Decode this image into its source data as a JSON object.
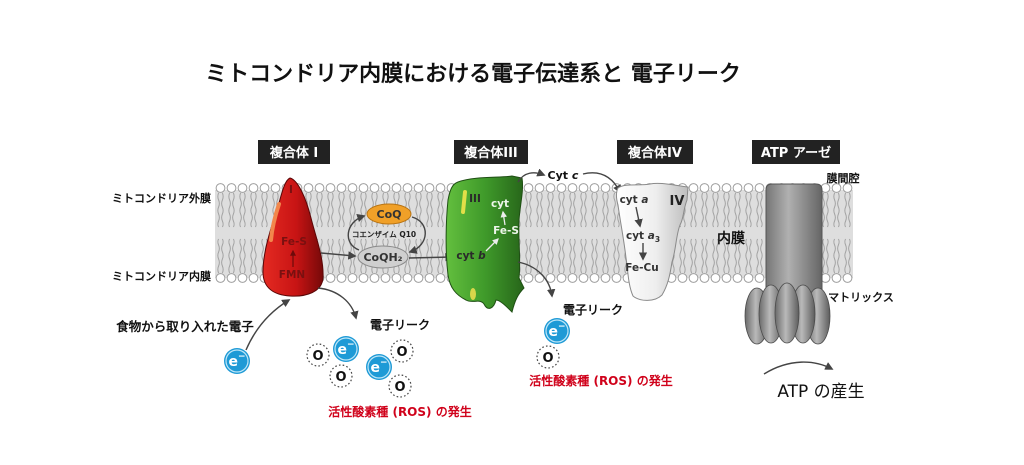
{
  "title": "ミトコンドリア内膜における電子伝達系と 電子リーク",
  "headers": {
    "complex1": "複合体 I",
    "complex3": "複合体III",
    "complex4": "複合体IV",
    "atpase": "ATP アーゼ"
  },
  "membrane": {
    "outer_label": "ミトコンドリア外膜",
    "inner_label": "ミトコンドリア内膜",
    "intermembrane_space": "膜間腔",
    "inner_membrane": "内膜",
    "matrix": "マトリックス"
  },
  "complex1": {
    "numeral": "I",
    "fe_s": "Fe-S",
    "fmn": "FMN"
  },
  "coenzyme_q": {
    "oxidized": "CoQ",
    "name": "コエンザイム Q10",
    "reduced": "CoQH₂"
  },
  "complex3": {
    "numeral": "III",
    "cyt": "cyt",
    "fe_s": "Fe-S",
    "cyt_b": {
      "prefix": "cyt",
      "letter": "b"
    }
  },
  "cytochrome_c": {
    "prefix": "Cyt",
    "letter": "c"
  },
  "complex4": {
    "numeral": "IV",
    "cyt_a": {
      "prefix": "cyt",
      "letter": "a"
    },
    "cyt_a3": {
      "prefix": "cyt",
      "letter": "a",
      "subscript": "3"
    },
    "fe_cu": "Fe-Cu"
  },
  "electron_source": "食物から取り入れた電子",
  "particles": {
    "electron_symbol": "e",
    "electron_charge": "−",
    "oxygen": "O"
  },
  "leak": {
    "label": "電子リーク",
    "ros": "活性酸素種 (ROS) の発生"
  },
  "atp_production": "ATP の産生",
  "colors": {
    "complex1": "#c81414",
    "complex3": "#3f9a2a",
    "complex4": "#eeeeee",
    "atpase": "#b0b0b0",
    "coq": "#f0a028",
    "coqh2": "#cfcfcf",
    "electron": "#1e9ad6",
    "ros_text": "#d0021b",
    "header_box": "#222222"
  }
}
